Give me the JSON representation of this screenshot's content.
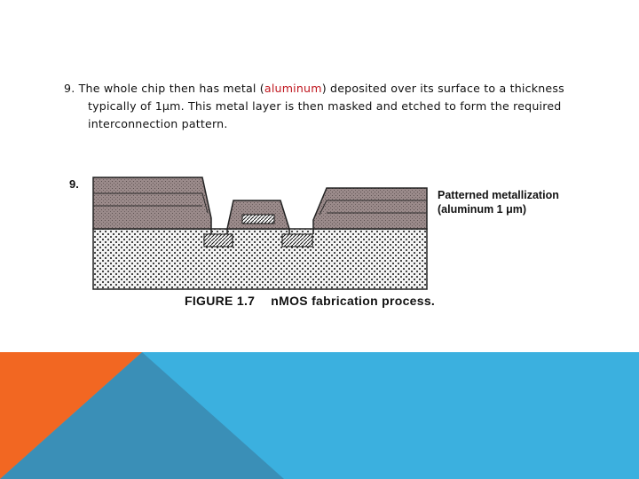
{
  "slide": {
    "paragraph": {
      "number": "9.",
      "line1_before": " The whole chip then has metal (",
      "highlight": "aluminum",
      "line1_after": ") deposited over its surface to a thickness",
      "line2": "typically of 1μm. This metal layer is then masked and etched to form the required",
      "line3": "interconnection pattern."
    }
  },
  "figure": {
    "step_label": "9.",
    "metal_label_line1": "Patterned metallization",
    "metal_label_line2": "(aluminum 1 μm)",
    "caption_number": "FIGURE 1.7",
    "caption_text": "nMOS fabrication process."
  },
  "colors": {
    "highlight": "#c0171f",
    "footer_orange": "#f26722",
    "footer_blue_dark": "#3a8fb7",
    "footer_blue_light": "#3bb0df"
  }
}
